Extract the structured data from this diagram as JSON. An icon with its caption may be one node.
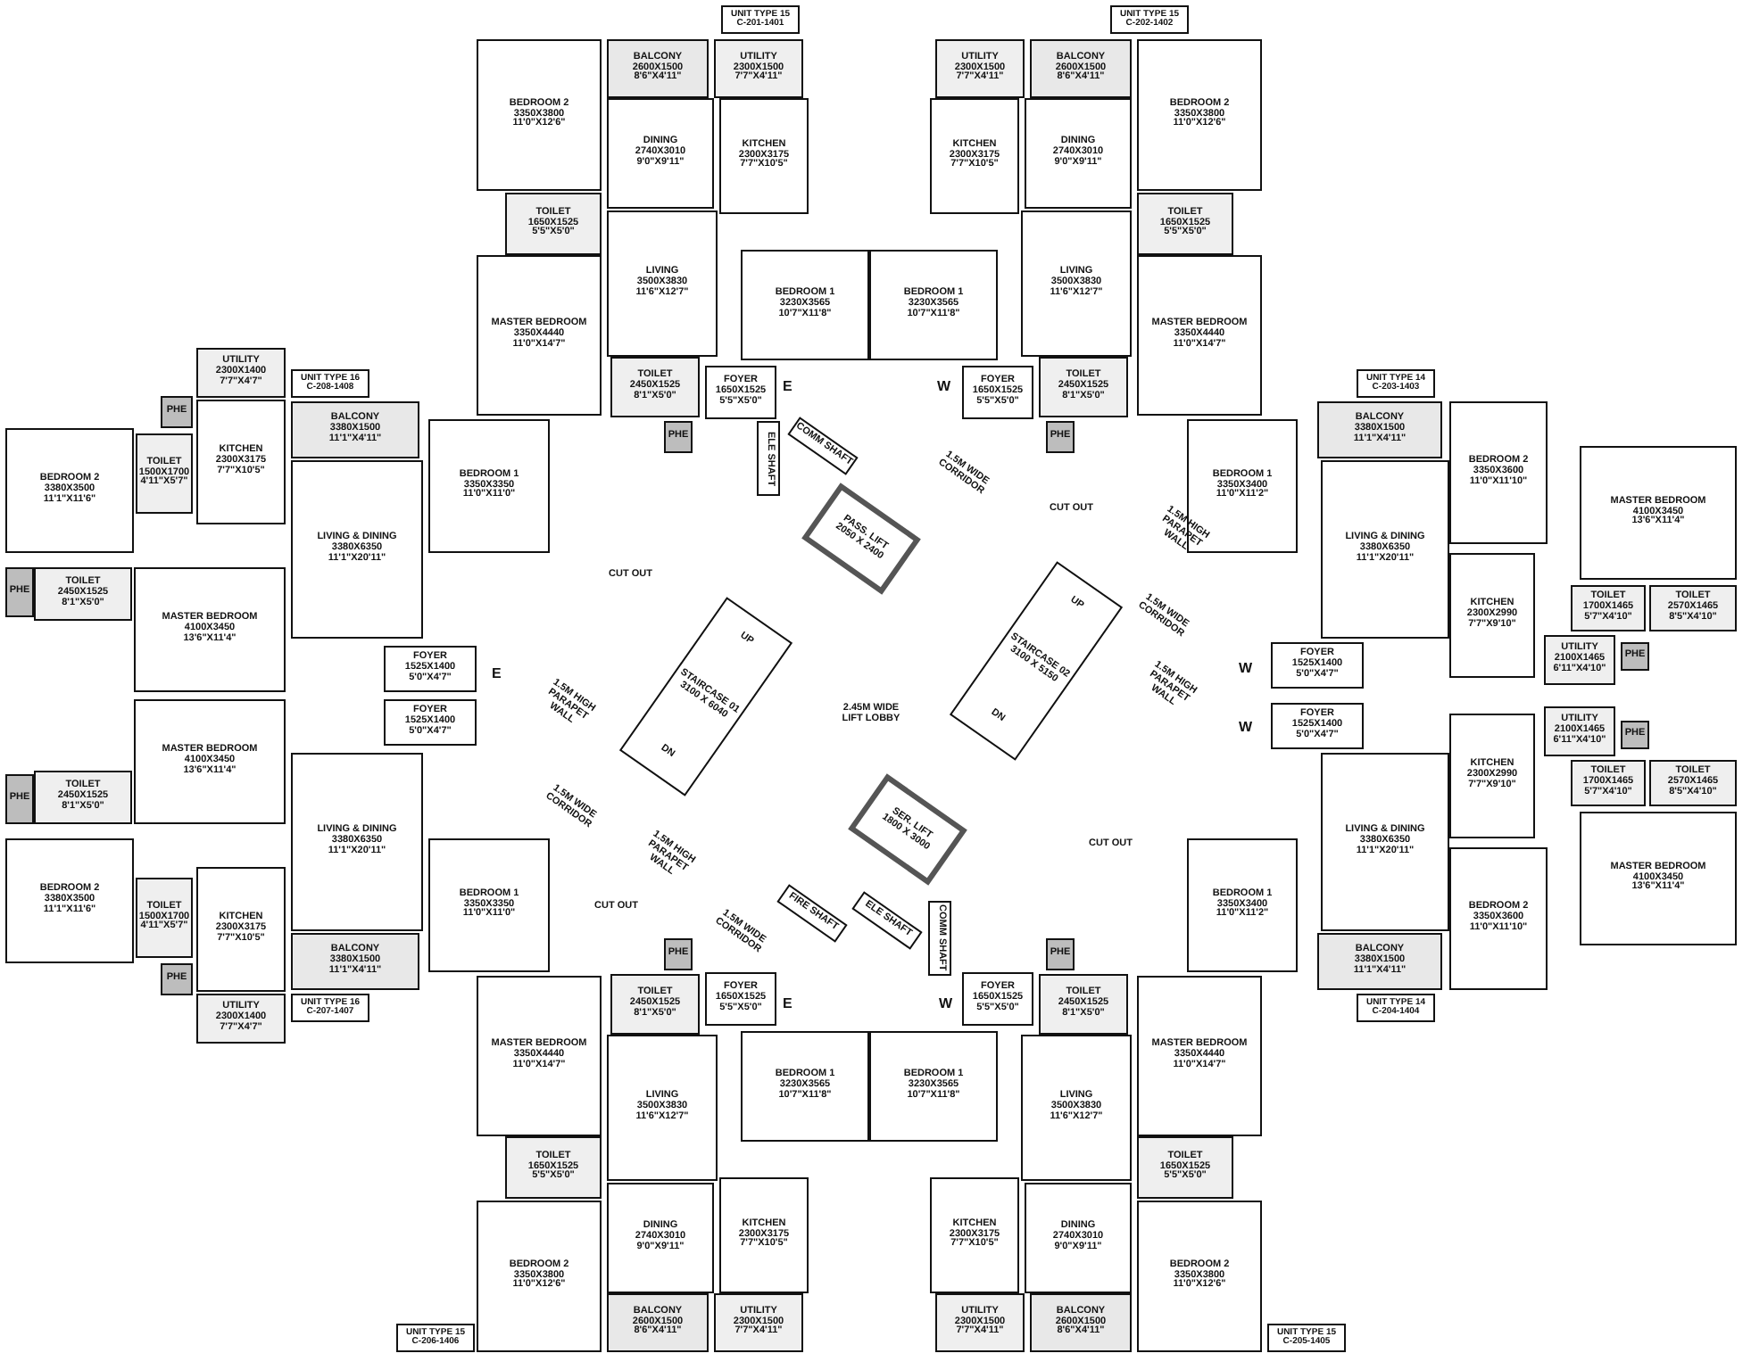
{
  "diagram": {
    "nodes": [
      {
        "text": [
          "UNIT TYPE 15",
          "C-201-1401"
        ]
      },
      {
        "text": [
          "BALCONY",
          "2600X1500",
          "8'6\"X4'11\""
        ]
      },
      {
        "text": [
          "UTILITY",
          "2300X1500",
          "7'7\"X4'11\""
        ]
      },
      {
        "text": [
          "BEDROOM 2",
          "3350X3800",
          "11'0\"X12'6\""
        ]
      },
      {
        "text": [
          "DINING",
          "2740X3010",
          "9'0\"X9'11\""
        ]
      },
      {
        "text": [
          "KITCHEN",
          "2300X3175",
          "7'7\"X10'5\""
        ]
      },
      {
        "text": [
          "TOILET",
          "1650X1525",
          "5'5\"X5'0\""
        ]
      },
      {
        "text": [
          "LIVING",
          "3500X3830",
          "11'6\"X12'7\""
        ]
      },
      {
        "text": [
          "BEDROOM 1",
          "3230X3565",
          "10'7\"X11'8\""
        ]
      },
      {
        "text": [
          "MASTER BEDROOM",
          "3350X4440",
          "11'0\"X14'7\""
        ]
      },
      {
        "text": [
          "TOILET",
          "2450X1525",
          "8'1\"X5'0\""
        ]
      },
      {
        "text": [
          "FOYER",
          "1650X1525",
          "5'5\"X5'0\""
        ]
      },
      {
        "text": [
          "PHE"
        ]
      },
      {
        "text": [
          "UNIT TYPE 15",
          "C-202-1402"
        ]
      },
      {
        "text": [
          "UTILITY",
          "2300X1500",
          "7'7\"X4'11\""
        ]
      },
      {
        "text": [
          "BALCONY",
          "2600X1500",
          "8'6\"X4'11\""
        ]
      },
      {
        "text": [
          "BEDROOM 2",
          "3350X3800",
          "11'0\"X12'6\""
        ]
      },
      {
        "text": [
          "KITCHEN",
          "2300X3175",
          "7'7\"X10'5\""
        ]
      },
      {
        "text": [
          "DINING",
          "2740X3010",
          "9'0\"X9'11\""
        ]
      },
      {
        "text": [
          "TOILET",
          "1650X1525",
          "5'5\"X5'0\""
        ]
      },
      {
        "text": [
          "BEDROOM 1",
          "3230X3565",
          "10'7\"X11'8\""
        ]
      },
      {
        "text": [
          "LIVING",
          "3500X3830",
          "11'6\"X12'7\""
        ]
      },
      {
        "text": [
          "MASTER BEDROOM",
          "3350X4440",
          "11'0\"X14'7\""
        ]
      },
      {
        "text": [
          "FOYER",
          "1650X1525",
          "5'5\"X5'0\""
        ]
      },
      {
        "text": [
          "TOILET",
          "2450X1525",
          "8'1\"X5'0\""
        ]
      },
      {
        "text": [
          "PHE"
        ]
      },
      {
        "text": [
          "UNIT TYPE 16",
          "C-208-1408"
        ]
      },
      {
        "text": [
          "UTILITY",
          "2300X1400",
          "7'7\"X4'7\""
        ]
      },
      {
        "text": [
          "PHE"
        ]
      },
      {
        "text": [
          "BALCONY",
          "3380X1500",
          "11'1\"X4'11\""
        ]
      },
      {
        "text": [
          "KITCHEN",
          "2300X3175",
          "7'7\"X10'5\""
        ]
      },
      {
        "text": [
          "TOILET",
          "1500X1700",
          "4'11\"X5'7\""
        ]
      },
      {
        "text": [
          "BEDROOM 2",
          "3380X3500",
          "11'1\"X11'6\""
        ]
      },
      {
        "text": [
          "BEDROOM 1",
          "3350X3350",
          "11'0\"X11'0\""
        ]
      },
      {
        "text": [
          "LIVING & DINING",
          "3380X6350",
          "11'1\"X20'11\""
        ]
      },
      {
        "text": [
          "PHE"
        ]
      },
      {
        "text": [
          "TOILET",
          "2450X1525",
          "8'1\"X5'0\""
        ]
      },
      {
        "text": [
          "MASTER BEDROOM",
          "4100X3450",
          "13'6\"X11'4\""
        ]
      },
      {
        "text": [
          "FOYER",
          "1525X1400",
          "5'0\"X4'7\""
        ]
      },
      {
        "text": [
          "UNIT TYPE 14",
          "C-203-1403"
        ]
      },
      {
        "text": [
          "BALCONY",
          "3380X1500",
          "11'1\"X4'11\""
        ]
      },
      {
        "text": [
          "BEDROOM 1",
          "3350X3400",
          "11'0\"X11'2\""
        ]
      },
      {
        "text": [
          "BEDROOM 2",
          "3350X3600",
          "11'0\"X11'10\""
        ]
      },
      {
        "text": [
          "LIVING & DINING",
          "3380X6350",
          "11'1\"X20'11\""
        ]
      },
      {
        "text": [
          "MASTER BEDROOM",
          "4100X3450",
          "13'6\"X11'4\""
        ]
      },
      {
        "text": [
          "KITCHEN",
          "2300X2990",
          "7'7\"X9'10\""
        ]
      },
      {
        "text": [
          "TOILET",
          "1700X1465",
          "5'7\"X4'10\""
        ]
      },
      {
        "text": [
          "TOILET",
          "2570X1465",
          "8'5\"X4'10\""
        ]
      },
      {
        "text": [
          "UTILITY",
          "2100X1465",
          "6'11\"X4'10\""
        ]
      },
      {
        "text": [
          "PHE"
        ]
      },
      {
        "text": [
          "FOYER",
          "1525X1400",
          "5'0\"X4'7\""
        ]
      },
      {
        "text": [
          "ELE SHAFT"
        ]
      },
      {
        "text": [
          "COMM SHAFT"
        ]
      },
      {
        "text": [
          "PASS. LIFT",
          "2050 X 2400"
        ]
      },
      {
        "text": [
          "STAIRCASE 01",
          "3100 X 6040",
          "UP",
          "DN"
        ]
      },
      {
        "text": [
          "STAIRCASE 02",
          "3100 X 5150",
          "UP",
          "DN"
        ]
      },
      {
        "text": [
          "SER. LIFT",
          "1800 X 3000"
        ]
      },
      {
        "text": [
          "FIRE SHAFT"
        ]
      },
      {
        "text": [
          "ELE SHAFT"
        ]
      },
      {
        "text": [
          "COMM SHAFT"
        ]
      },
      {
        "text": [
          "FOYER",
          "1525X1400",
          "5'0\"X4'7\""
        ]
      },
      {
        "text": [
          "MASTER BEDROOM",
          "4100X3450",
          "13'6\"X11'4\""
        ]
      },
      {
        "text": [
          "TOILET",
          "2450X1525",
          "8'1\"X5'0\""
        ]
      },
      {
        "text": [
          "PHE"
        ]
      },
      {
        "text": [
          "LIVING & DINING",
          "3380X6350",
          "11'1\"X20'11\""
        ]
      },
      {
        "text": [
          "BEDROOM 2",
          "3380X3500",
          "11'1\"X11'6\""
        ]
      },
      {
        "text": [
          "BEDROOM 1",
          "3350X3350",
          "11'0\"X11'0\""
        ]
      },
      {
        "text": [
          "TOILET",
          "1500X1700",
          "4'11\"X5'7\""
        ]
      },
      {
        "text": [
          "KITCHEN",
          "2300X3175",
          "7'7\"X10'5\""
        ]
      },
      {
        "text": [
          "BALCONY",
          "3380X1500",
          "11'1\"X4'11\""
        ]
      },
      {
        "text": [
          "PHE"
        ]
      },
      {
        "text": [
          "UTILITY",
          "2300X1400",
          "7'7\"X4'7\""
        ]
      },
      {
        "text": [
          "UNIT TYPE 16",
          "C-207-1407"
        ]
      },
      {
        "text": [
          "FOYER",
          "1525X1400",
          "5'0\"X4'7\""
        ]
      },
      {
        "text": [
          "UTILITY",
          "2100X1465",
          "6'11\"X4'10\""
        ]
      },
      {
        "text": [
          "PHE"
        ]
      },
      {
        "text": [
          "KITCHEN",
          "2300X2990",
          "7'7\"X9'10\""
        ]
      },
      {
        "text": [
          "TOILET",
          "1700X1465",
          "5'7\"X4'10\""
        ]
      },
      {
        "text": [
          "TOILET",
          "2570X1465",
          "8'5\"X4'10\""
        ]
      },
      {
        "text": [
          "LIVING & DINING",
          "3380X6350",
          "11'1\"X20'11\""
        ]
      },
      {
        "text": [
          "MASTER BEDROOM",
          "4100X3450",
          "13'6\"X11'4\""
        ]
      },
      {
        "text": [
          "BEDROOM 2",
          "3350X3600",
          "11'0\"X11'10\""
        ]
      },
      {
        "text": [
          "BEDROOM 1",
          "3350X3400",
          "11'0\"X11'2\""
        ]
      },
      {
        "text": [
          "BALCONY",
          "3380X1500",
          "11'1\"X4'11\""
        ]
      },
      {
        "text": [
          "UNIT TYPE 14",
          "C-204-1404"
        ]
      },
      {
        "text": [
          "PHE"
        ]
      },
      {
        "text": [
          "TOILET",
          "2450X1525",
          "8'1\"X5'0\""
        ]
      },
      {
        "text": [
          "FOYER",
          "1650X1525",
          "5'5\"X5'0\""
        ]
      },
      {
        "text": [
          "BEDROOM 1",
          "3230X3565",
          "10'7\"X11'8\""
        ]
      },
      {
        "text": [
          "LIVING",
          "3500X3830",
          "11'6\"X12'7\""
        ]
      },
      {
        "text": [
          "MASTER BEDROOM",
          "3350X4440",
          "11'0\"X14'7\""
        ]
      },
      {
        "text": [
          "TOILET",
          "1650X1525",
          "5'5\"X5'0\""
        ]
      },
      {
        "text": [
          "DINING",
          "2740X3010",
          "9'0\"X9'11\""
        ]
      },
      {
        "text": [
          "KITCHEN",
          "2300X3175",
          "7'7\"X10'5\""
        ]
      },
      {
        "text": [
          "BEDROOM 2",
          "3350X3800",
          "11'0\"X12'6\""
        ]
      },
      {
        "text": [
          "BALCONY",
          "2600X1500",
          "8'6\"X4'11\""
        ]
      },
      {
        "text": [
          "UTILITY",
          "2300X1500",
          "7'7\"X4'11\""
        ]
      },
      {
        "text": [
          "UNIT TYPE 15",
          "C-206-1406"
        ]
      },
      {
        "text": [
          "PHE"
        ]
      },
      {
        "text": [
          "FOYER",
          "1650X1525",
          "5'5\"X5'0\""
        ]
      },
      {
        "text": [
          "TOILET",
          "2450X1525",
          "8'1\"X5'0\""
        ]
      },
      {
        "text": [
          "BEDROOM 1",
          "3230X3565",
          "10'7\"X11'8\""
        ]
      },
      {
        "text": [
          "LIVING",
          "3500X3830",
          "11'6\"X12'7\""
        ]
      },
      {
        "text": [
          "MASTER BEDROOM",
          "3350X4440",
          "11'0\"X14'7\""
        ]
      },
      {
        "text": [
          "TOILET",
          "1650X1525",
          "5'5\"X5'0\""
        ]
      },
      {
        "text": [
          "KITCHEN",
          "2300X3175",
          "7'7\"X10'5\""
        ]
      },
      {
        "text": [
          "DINING",
          "2740X3010",
          "9'0\"X9'11\""
        ]
      },
      {
        "text": [
          "BEDROOM 2",
          "3350X3800",
          "11'0\"X12'6\""
        ]
      },
      {
        "text": [
          "UTILITY",
          "2300X1500",
          "7'7\"X4'11\""
        ]
      },
      {
        "text": [
          "BALCONY",
          "2600X1500",
          "8'6\"X4'11\""
        ]
      },
      {
        "text": [
          "UNIT TYPE 15",
          "C-205-1405"
        ]
      }
    ],
    "labels": [
      "E",
      "W",
      "1.5M WIDE CORRIDOR",
      "CUT OUT",
      "1.5M HIGH PARAPET WALL",
      "CUT OUT",
      "1.5M WIDE CORRIDOR",
      "E",
      "W",
      "1.5M HIGH PARAPET WALL",
      "1.5M HIGH PARAPET WALL",
      "2.45M WIDE LIFT LOBBY",
      "W",
      "1.5M WIDE CORRIDOR",
      "1.5M HIGH PARAPET WALL",
      "CUT OUT",
      "CUT OUT",
      "1.5M WIDE CORRIDOR",
      "E",
      "W"
    ]
  }
}
